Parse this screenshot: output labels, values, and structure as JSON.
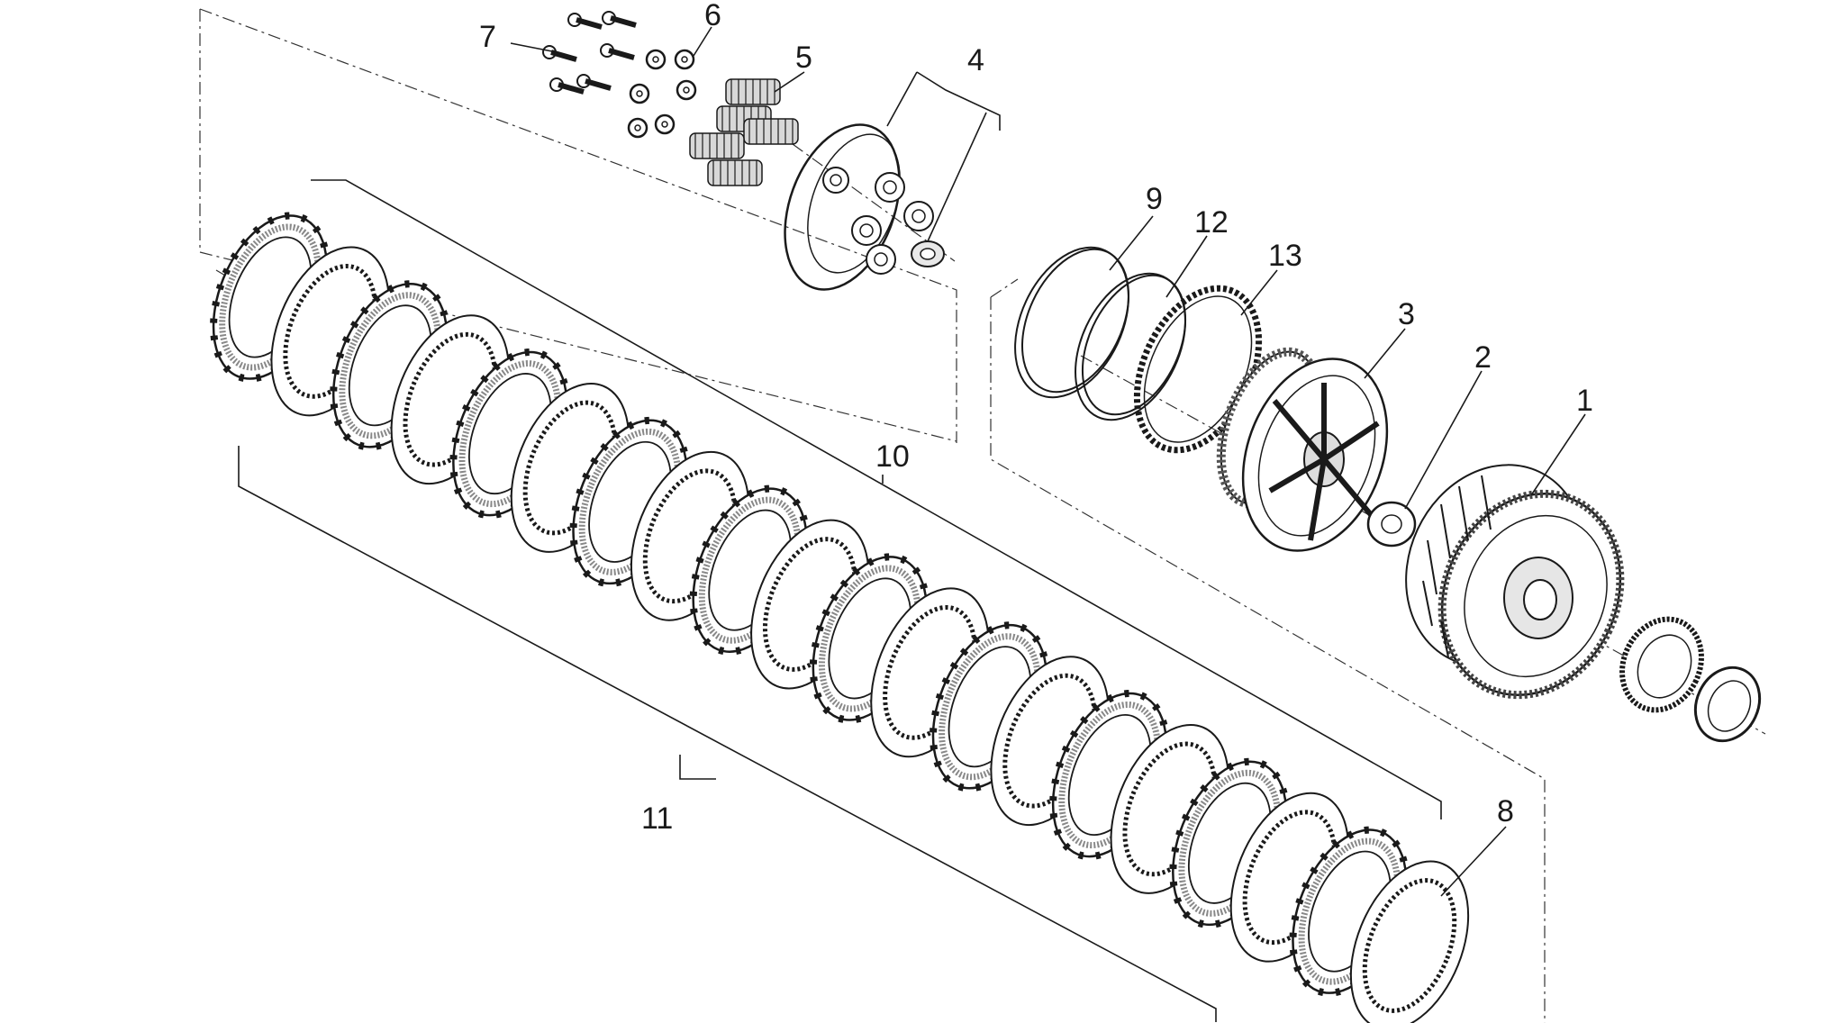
{
  "labels": {
    "part_1": "1",
    "part_2": "2",
    "part_3": "3",
    "part_4": "4",
    "part_5": "5",
    "part_6": "6",
    "part_7": "7",
    "part_8": "8",
    "part_9": "9",
    "part_10": "10",
    "part_11": "11",
    "part_12": "12",
    "part_13": "13"
  },
  "colors": {
    "line": "#1a1a1a",
    "background": "#ffffff",
    "hatch": "#888888"
  }
}
